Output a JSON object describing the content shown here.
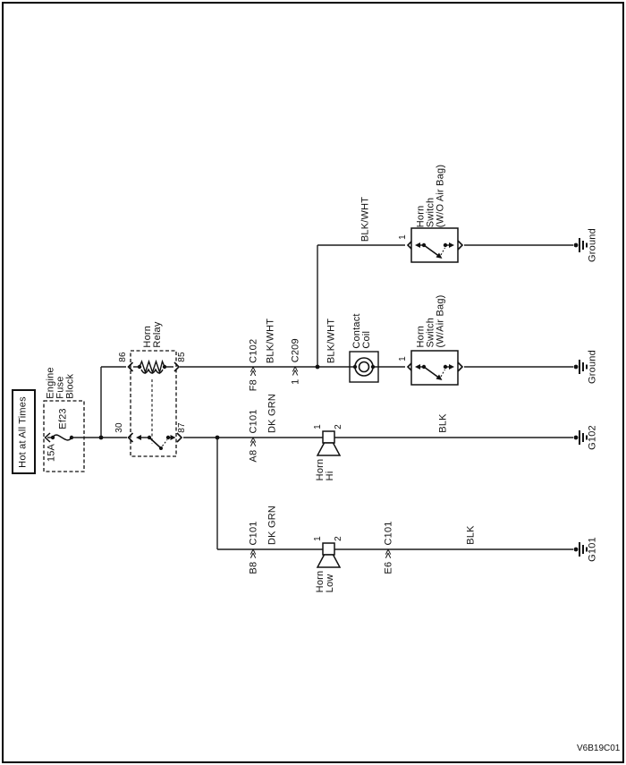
{
  "figure": {
    "code": "V6B19C01"
  },
  "power": {
    "hot": "Hot at All Times",
    "fuse_block": "Engine\nFuse\nBlock",
    "fuse_id": "Ef23",
    "fuse_rating": "15A"
  },
  "relay": {
    "label": "Horn\nRelay",
    "pin_86": "86",
    "pin_85": "85",
    "pin_30": "30",
    "pin_87": "87"
  },
  "connectors": {
    "f8_c102": "F8 ≫ C102",
    "p1_c209": "1 ≫ C209",
    "a8_c101": "A8 ≫ C101",
    "b8_c101": "B8 ≫ C101",
    "e6_c101": "E6 ≫ C101"
  },
  "wire_colors": {
    "blk_wht": "BLK/WHT",
    "dk_grn": "DK GRN",
    "blk": "BLK"
  },
  "components": {
    "contact_coil": "Contact\nCoil",
    "horn_switch_wo_airbag": "Horn\nSwitch\n(W/O Air Bag)",
    "horn_switch_w_airbag": "Horn\nSwitch\n(W/Air Bag)",
    "horn_hi": "Horn\nHi",
    "horn_low": "Horn\nLow",
    "pin_1": "1",
    "pin_2": "2"
  },
  "grounds": {
    "ground": "Ground",
    "g102": "G102",
    "g101": "G101"
  }
}
